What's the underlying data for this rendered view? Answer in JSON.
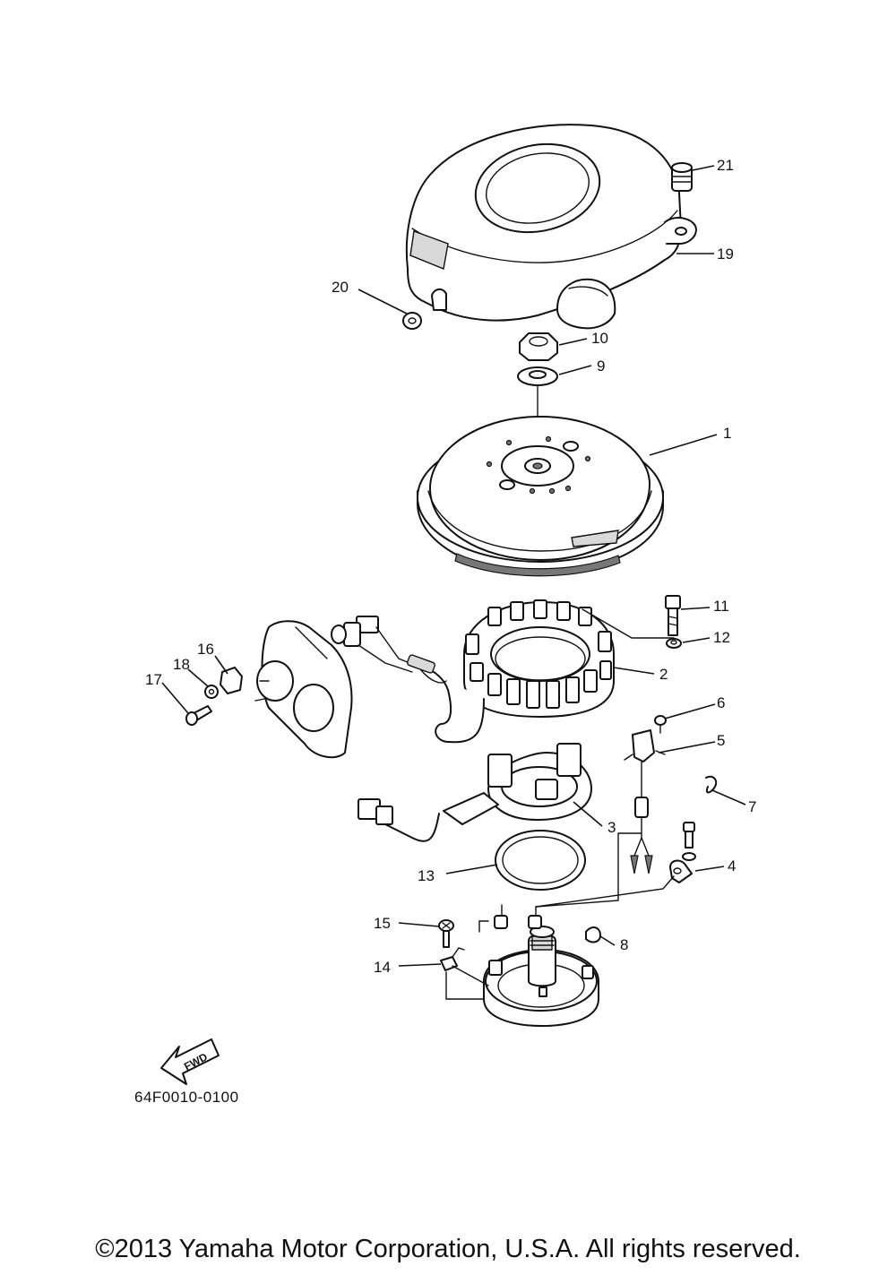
{
  "diagram": {
    "code": "64F0010-0100",
    "direction_arrow": "FWD",
    "callouts": [
      "1",
      "2",
      "3",
      "4",
      "5",
      "6",
      "7",
      "8",
      "9",
      "10",
      "11",
      "12",
      "13",
      "14",
      "15",
      "16",
      "17",
      "18",
      "19",
      "20",
      "21"
    ]
  },
  "footer": {
    "copyright": "©2013 Yamaha Motor Corporation, U.S.A. All rights reserved."
  },
  "colors": {
    "line": "#111111",
    "background": "#ffffff"
  }
}
